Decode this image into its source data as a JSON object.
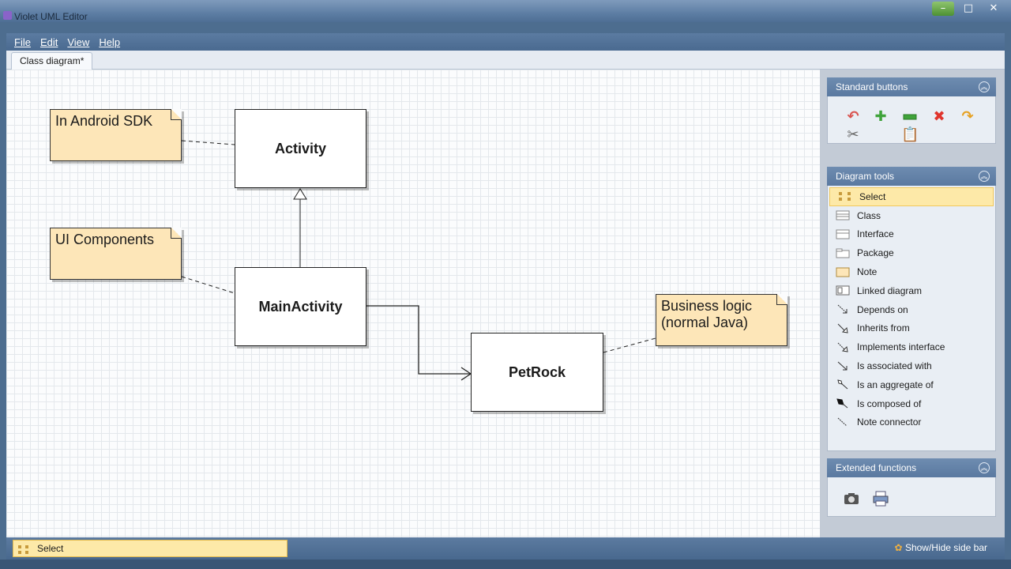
{
  "window": {
    "app_title": "Violet UML Editor",
    "controls": {
      "minimize": "–",
      "maximize": "□",
      "close": "✕"
    }
  },
  "menu": [
    {
      "label": "File"
    },
    {
      "label": "Edit"
    },
    {
      "label": "View"
    },
    {
      "label": "Help"
    }
  ],
  "tabs": [
    {
      "label": "Class diagram*",
      "active": true
    }
  ],
  "diagram": {
    "notes": {
      "sdk": "In Android SDK",
      "ui": "UI Components",
      "logic_line1": "Business logic",
      "logic_line2": "(normal Java)"
    },
    "classes": {
      "activity": "Activity",
      "main": "MainActivity",
      "petrock": "PetRock"
    }
  },
  "side_bar": {
    "standard_buttons": {
      "title": "Standard buttons",
      "icons": [
        "undo-icon",
        "add-icon",
        "remove-icon",
        "delete-icon",
        "redo-icon",
        "cut-icon",
        "paste-icon"
      ]
    },
    "diagram_tools": {
      "title": "Diagram tools",
      "items": [
        {
          "label": "Select",
          "selected": true
        },
        {
          "label": "Class"
        },
        {
          "label": "Interface"
        },
        {
          "label": "Package"
        },
        {
          "label": "Note"
        },
        {
          "label": "Linked diagram"
        },
        {
          "label": "Depends on"
        },
        {
          "label": "Inherits from"
        },
        {
          "label": "Implements interface"
        },
        {
          "label": "Is associated with"
        },
        {
          "label": "Is an aggregate of"
        },
        {
          "label": "Is composed of"
        },
        {
          "label": "Note connector"
        }
      ]
    },
    "extended_functions": {
      "title": "Extended functions",
      "icons": [
        "camera-icon",
        "print-icon"
      ]
    }
  },
  "status": {
    "current_tool": "Select",
    "toggle_label": "Show/Hide side bar"
  },
  "colors": {
    "note_fill": "#fde6b8",
    "selected_tool": "#fde9a8",
    "chrome_blue": "#5a79a0"
  }
}
